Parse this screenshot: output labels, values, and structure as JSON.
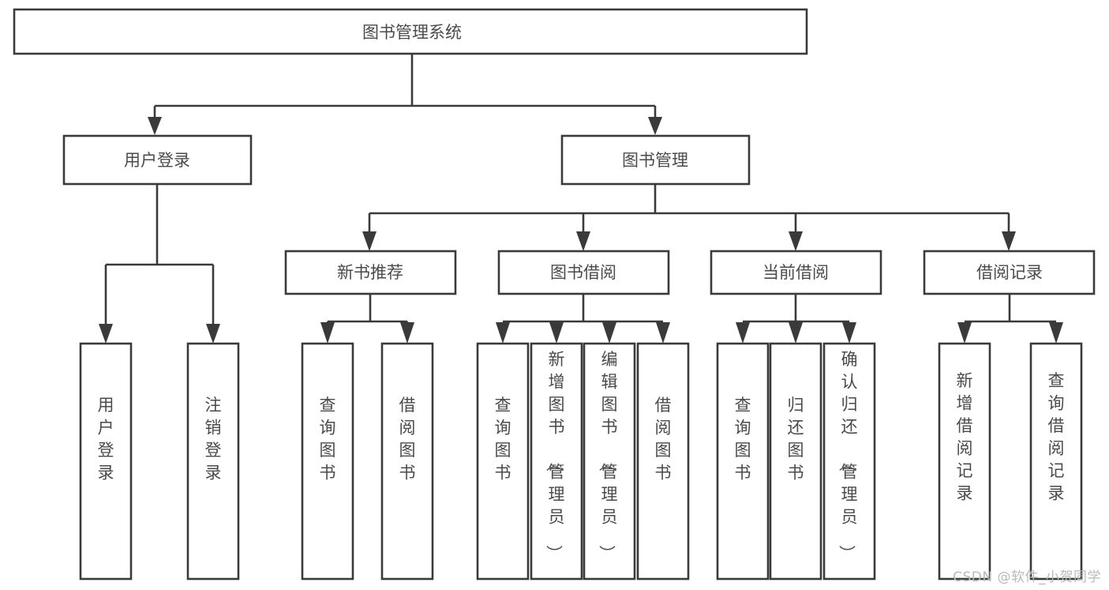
{
  "diagram": {
    "type": "tree-hierarchy",
    "orientation": "top-down",
    "root": {
      "id": "root",
      "label": "图书管理系统"
    },
    "level2": [
      {
        "id": "user-login",
        "label": "用户登录"
      },
      {
        "id": "book-management",
        "label": "图书管理"
      }
    ],
    "level3": [
      {
        "id": "new-book-recommend",
        "label": "新书推荐",
        "parent": "book-management"
      },
      {
        "id": "book-borrow",
        "label": "图书借阅",
        "parent": "book-management"
      },
      {
        "id": "current-borrow",
        "label": "当前借阅",
        "parent": "book-management"
      },
      {
        "id": "borrow-record",
        "label": "借阅记录",
        "parent": "book-management"
      }
    ],
    "leaves": [
      {
        "id": "leaf-user-login",
        "label": "用户登录",
        "parent": "user-login"
      },
      {
        "id": "leaf-logout",
        "label": "注销登录",
        "parent": "user-login"
      },
      {
        "id": "leaf-query-book-1",
        "label": "查询图书",
        "parent": "new-book-recommend"
      },
      {
        "id": "leaf-borrow-book-1",
        "label": "借阅图书",
        "parent": "new-book-recommend"
      },
      {
        "id": "leaf-query-book-2",
        "label": "查询图书",
        "parent": "book-borrow"
      },
      {
        "id": "leaf-add-book",
        "label": "新增图书（管理员）",
        "parent": "book-borrow"
      },
      {
        "id": "leaf-edit-book",
        "label": "编辑图书（管理员）",
        "parent": "book-borrow"
      },
      {
        "id": "leaf-borrow-book-2",
        "label": "借阅图书",
        "parent": "book-borrow"
      },
      {
        "id": "leaf-query-book-3",
        "label": "查询图书",
        "parent": "current-borrow"
      },
      {
        "id": "leaf-return-book",
        "label": "归还图书",
        "parent": "current-borrow"
      },
      {
        "id": "leaf-confirm-return",
        "label": "确认归还（管理员）",
        "parent": "current-borrow"
      },
      {
        "id": "leaf-add-record",
        "label": "新增借阅记录",
        "parent": "borrow-record"
      },
      {
        "id": "leaf-query-record",
        "label": "查询借阅记录",
        "parent": "borrow-record"
      }
    ]
  },
  "watermark": {
    "text": "CSDN @软件_小贺同学"
  },
  "colors": {
    "stroke": "#3a3a3a",
    "text": "#4a4a4a",
    "background": "#ffffff",
    "watermark": "#b9b9b9"
  }
}
